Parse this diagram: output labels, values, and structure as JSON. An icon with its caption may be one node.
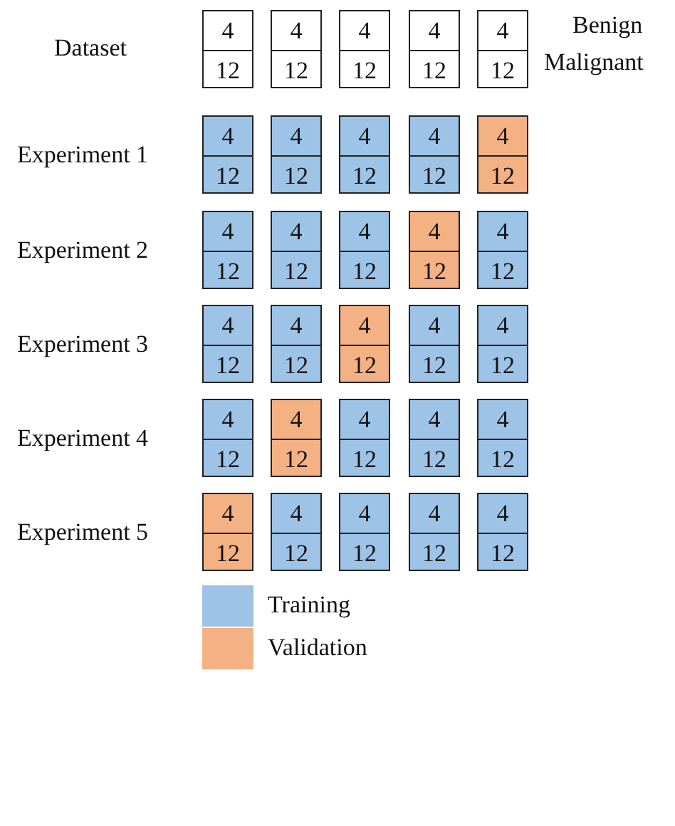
{
  "diagram": {
    "nodes": [
      {
        "text": [
          "4",
          "12"
        ]
      },
      {
        "text": [
          "4",
          "12"
        ]
      },
      {
        "text": [
          "4",
          "12"
        ]
      },
      {
        "text": [
          "4",
          "12"
        ]
      },
      {
        "text": [
          "4",
          "12"
        ]
      },
      {
        "text": [
          "4",
          "12"
        ]
      },
      {
        "text": [
          "4",
          "12"
        ]
      },
      {
        "text": [
          "4",
          "12"
        ]
      },
      {
        "text": [
          "4",
          "12"
        ]
      },
      {
        "text": [
          "4",
          "12"
        ]
      },
      {
        "text": [
          "4",
          "12"
        ]
      },
      {
        "text": [
          "4",
          "12"
        ]
      },
      {
        "text": [
          "4",
          "12"
        ]
      },
      {
        "text": [
          "4",
          "12"
        ]
      },
      {
        "text": [
          "4",
          "12"
        ]
      },
      {
        "text": [
          "4",
          "12"
        ]
      },
      {
        "text": [
          "4",
          "12"
        ]
      },
      {
        "text": [
          "4",
          "12"
        ]
      },
      {
        "text": [
          "4",
          "12"
        ]
      },
      {
        "text": [
          "4",
          "12"
        ]
      },
      {
        "text": [
          "4",
          "12"
        ]
      },
      {
        "text": [
          "4",
          "12"
        ]
      },
      {
        "text": [
          "4",
          "12"
        ]
      },
      {
        "text": [
          "4",
          "12"
        ]
      },
      {
        "text": [
          "4",
          "12"
        ]
      },
      {
        "text": [
          "4",
          "12"
        ]
      },
      {
        "text": [
          "4",
          "12"
        ]
      },
      {
        "text": [
          "4",
          "12"
        ]
      },
      {
        "text": [
          "4",
          "12"
        ]
      },
      {
        "text": [
          "4",
          "12"
        ]
      }
    ],
    "labels": [
      "Dataset",
      "Benign",
      "Malignant",
      "Experiment 1",
      "Experiment 2",
      "Experiment 3",
      "Experiment 4",
      "Experiment 5"
    ],
    "legend": [
      {
        "text": "Training",
        "color": "#9dc3e6"
      },
      {
        "text": "Validation",
        "color": "#f4b183"
      }
    ]
  }
}
